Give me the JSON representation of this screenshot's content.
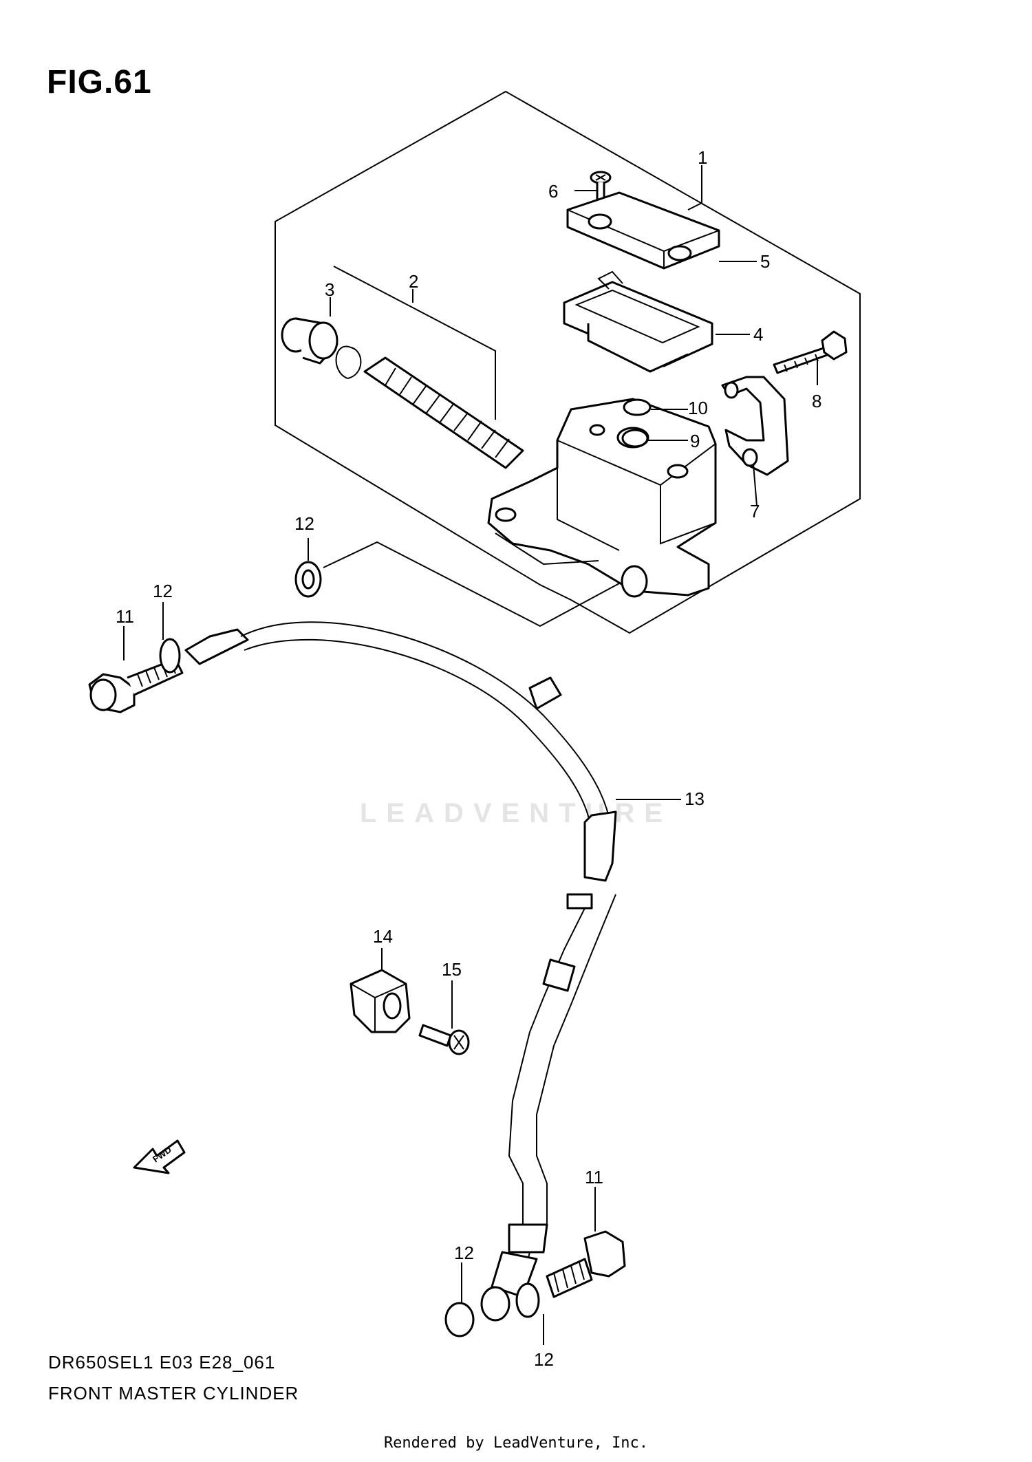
{
  "figure": {
    "title": "FIG.61"
  },
  "callouts": [
    {
      "id": "c1",
      "label": "1"
    },
    {
      "id": "c2",
      "label": "2"
    },
    {
      "id": "c3",
      "label": "3"
    },
    {
      "id": "c4",
      "label": "4"
    },
    {
      "id": "c5",
      "label": "5"
    },
    {
      "id": "c6",
      "label": "6"
    },
    {
      "id": "c7",
      "label": "7"
    },
    {
      "id": "c8",
      "label": "8"
    },
    {
      "id": "c9",
      "label": "9"
    },
    {
      "id": "c10",
      "label": "10"
    },
    {
      "id": "c11a",
      "label": "11"
    },
    {
      "id": "c11b",
      "label": "11"
    },
    {
      "id": "c12a",
      "label": "12"
    },
    {
      "id": "c12b",
      "label": "12"
    },
    {
      "id": "c12c",
      "label": "12"
    },
    {
      "id": "c12d",
      "label": "12"
    },
    {
      "id": "c13",
      "label": "13"
    },
    {
      "id": "c14",
      "label": "14"
    },
    {
      "id": "c15",
      "label": "15"
    }
  ],
  "direction_marker": "FWD",
  "watermark": "LEADVENTURE",
  "footer": {
    "model_code": "DR650SEL1 E03 E28_061",
    "section_name": "FRONT MASTER CYLINDER",
    "rendered_by": "Rendered by LeadVenture, Inc."
  }
}
